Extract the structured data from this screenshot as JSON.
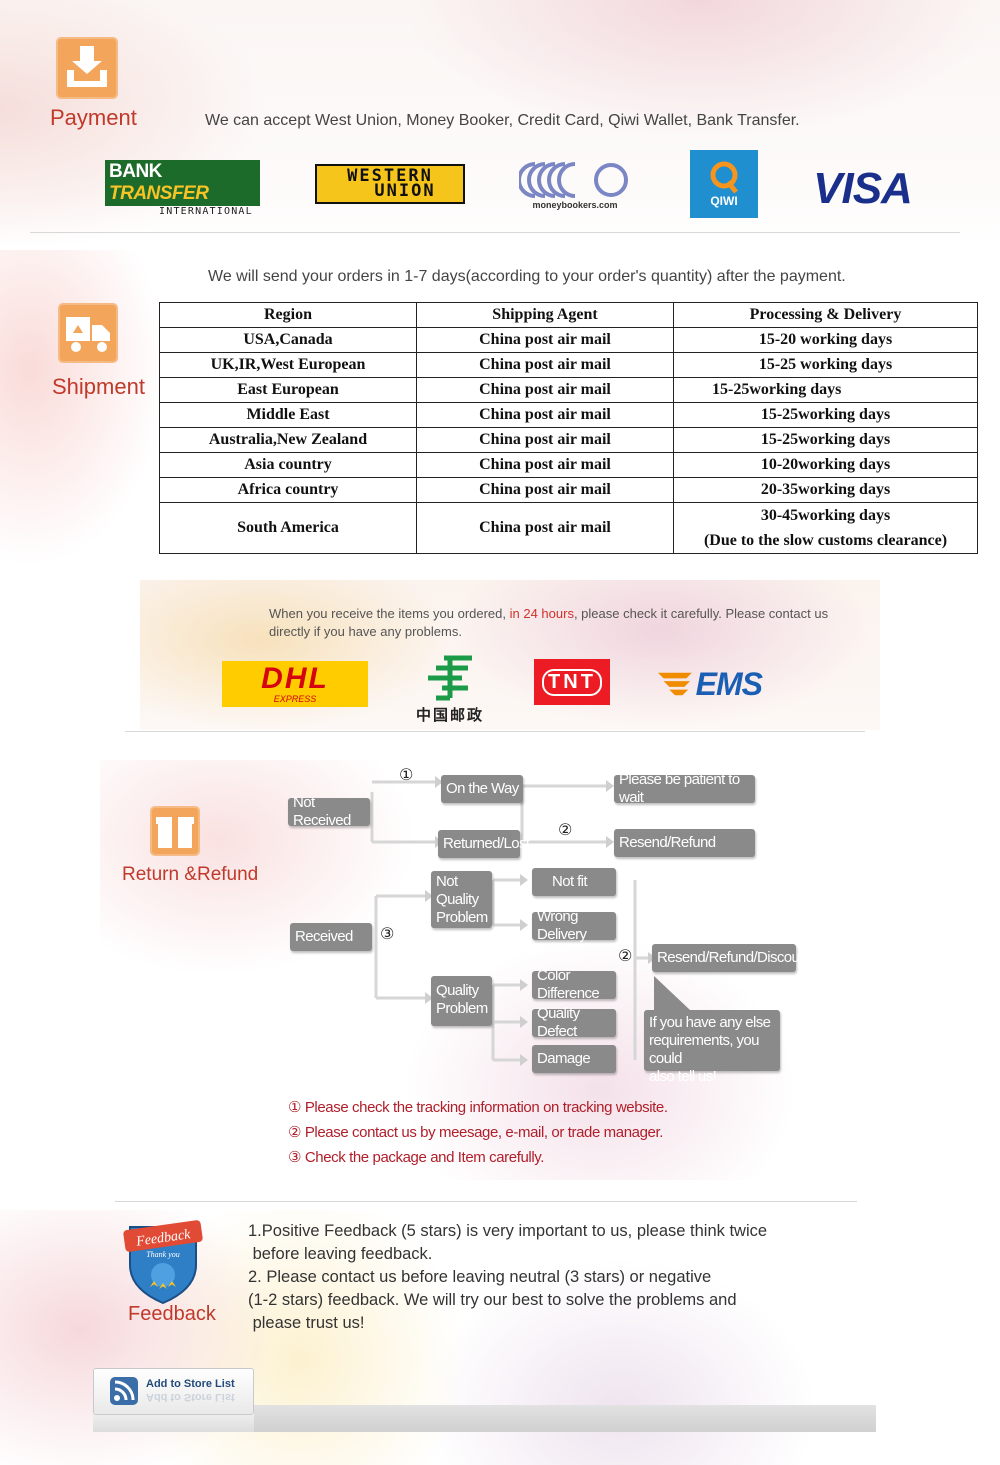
{
  "payment": {
    "title": "Payment",
    "text": "We can accept West Union, Money Booker, Credit Card, Qiwi Wallet, Bank Transfer.",
    "logos": {
      "bank_transfer_top_a": "BANK",
      "bank_transfer_top_b": "TRANSFER",
      "bank_transfer_sub": "INTERNATIONAL",
      "western_union_1": "WESTERN",
      "western_union_2": "UNION",
      "moneybookers": "moneybookers.com",
      "qiwi": "QIWI",
      "visa": "VISA"
    }
  },
  "shipment": {
    "title": "Shipment",
    "intro": "We will send your orders in 1-7 days(according to your order's quantity) after the payment.",
    "headers": [
      "Region",
      "Shipping Agent",
      "Processing & Delivery"
    ],
    "rows": [
      {
        "region": "USA,Canada",
        "agent": "China post air mail",
        "delivery": "15-20 working days"
      },
      {
        "region": "UK,IR,West European",
        "agent": "China post air mail",
        "delivery": "15-25 working days"
      },
      {
        "region": "East European",
        "agent": "China post air mail",
        "delivery": "15-25working days"
      },
      {
        "region": "Middle East",
        "agent": "China post air mail",
        "delivery": "15-25working days"
      },
      {
        "region": "Australia,New Zealand",
        "agent": "China post air mail",
        "delivery": "15-25working days"
      },
      {
        "region": "Asia country",
        "agent": "China post air mail",
        "delivery": "10-20working days"
      },
      {
        "region": "Africa country",
        "agent": "China post air mail",
        "delivery": "20-35working days"
      },
      {
        "region": "South America",
        "agent": "China post air mail",
        "delivery": "30-45working days",
        "delivery_note": "(Due to the slow customs clearance)"
      }
    ]
  },
  "couriers": {
    "text_before": "When you receive the items you ordered, ",
    "text_highlight": "in 24 hours",
    "text_after": ", please check it carefully. Please contact us directly if you have any problems.",
    "dhl": "DHL",
    "dhl_sub": "EXPRESS",
    "china_post": "中国邮政",
    "tnt": "TNT",
    "ems": "EMS"
  },
  "return_refund": {
    "title": "Return &Refund",
    "marks": {
      "one": "①",
      "two": "②",
      "two_b": "②",
      "three": "③"
    },
    "boxes": {
      "not_received": "Not Received",
      "on_the_way": "On the Way",
      "returned_lost": "Returned/Lost",
      "be_patient": "Please be patient to wait",
      "resend_refund": "Resend/Refund",
      "received": "Received",
      "not_quality_1": "Not",
      "not_quality_2": "Quality",
      "not_quality_3": "Problem",
      "quality_1": "Quality",
      "quality_2": "Problem",
      "not_fit": "Not fit",
      "wrong_delivery": "Wrong Delivery",
      "color_difference": "Color Difference",
      "quality_defect": "Quality Defect",
      "damage": "Damage",
      "resend_refund_discount": "Resend/Refund/Discount",
      "else_1": "If you have any else",
      "else_2": "requirements, you could",
      "else_3": "also tell us!"
    },
    "notes": [
      "① Please check the tracking information on tracking website.",
      "② Please contact us by meesage, e-mail, or trade manager.",
      "③ Check the package and Item carefully."
    ]
  },
  "feedback": {
    "title": "Feedback",
    "badge_top": "Feedback",
    "badge_sub": "Thank you",
    "lines": [
      "1.Positive Feedback (5 stars) is very important to us, please think twice",
      " before leaving feedback.",
      "2. Please contact us before leaving neutral (3 stars) or negative",
      "(1-2 stars) feedback. We will try our best to solve the problems and",
      " please trust us!"
    ],
    "store_button": "Add to Store List"
  },
  "colors": {
    "accent_orange": "#f3a55b",
    "title_red": "#c0392b",
    "flow_grey": "#8a8a8a",
    "note_red": "#b01e2a"
  }
}
